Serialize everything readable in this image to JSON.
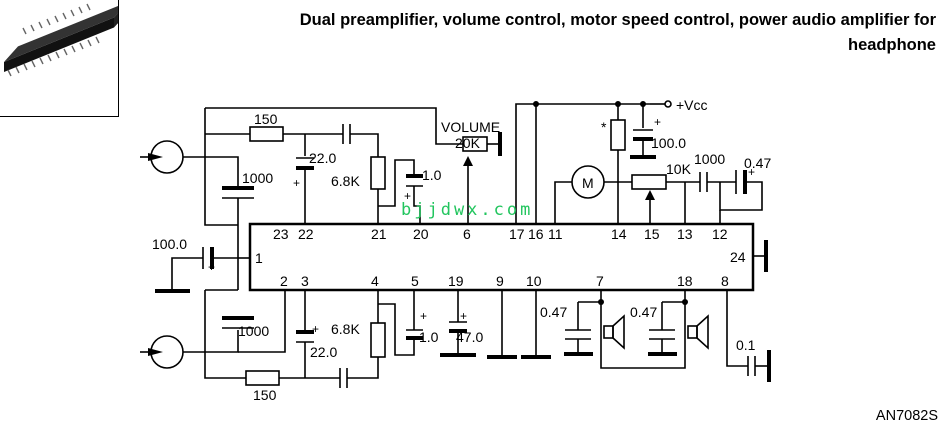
{
  "title_line1": "Dual preamplifier, volume control, motor speed control, power audio amplifier for",
  "title_line2": "headphone",
  "part_number": "AN7082S",
  "watermark": "bjjdwx.com",
  "accent_color": "#22c55e",
  "icons": {
    "package": "ic-package-icon",
    "jack": "input-jack-icon",
    "motor": "motor-icon",
    "speaker": "speaker-icon"
  },
  "ic_pins_top": [
    "23",
    "22",
    "21",
    "20",
    "6",
    "17",
    "16",
    "11",
    "14",
    "15",
    "13",
    "12"
  ],
  "ic_pins_bottom": [
    "2",
    "3",
    "4",
    "5",
    "19",
    "9",
    "10",
    "7",
    "18",
    "8"
  ],
  "ic_pins_side": {
    "left": "1",
    "right": "24"
  },
  "labels": {
    "r150_top": "150",
    "r150_bottom": "150",
    "c1000_top": "1000",
    "c1000_bottom": "1000",
    "c22_top": "22.0",
    "c22_bottom": "22.0",
    "r68k_top": "6.8K",
    "r68k_bottom": "6.8K",
    "c10_top": "1.0",
    "c10_bottom": "1.0",
    "c47": "47.0",
    "c100_left": "100.0",
    "c100_vcc": "100.0",
    "volume": "VOLUME",
    "volume_value": "20K",
    "vcc": "+Vcc",
    "star": "*",
    "motor": "M",
    "r10k": "10K",
    "c1000_right": "1000",
    "c047_right": "0.47",
    "c047_out1": "0.47",
    "c047_out2": "0.47",
    "c01": "0.1"
  }
}
